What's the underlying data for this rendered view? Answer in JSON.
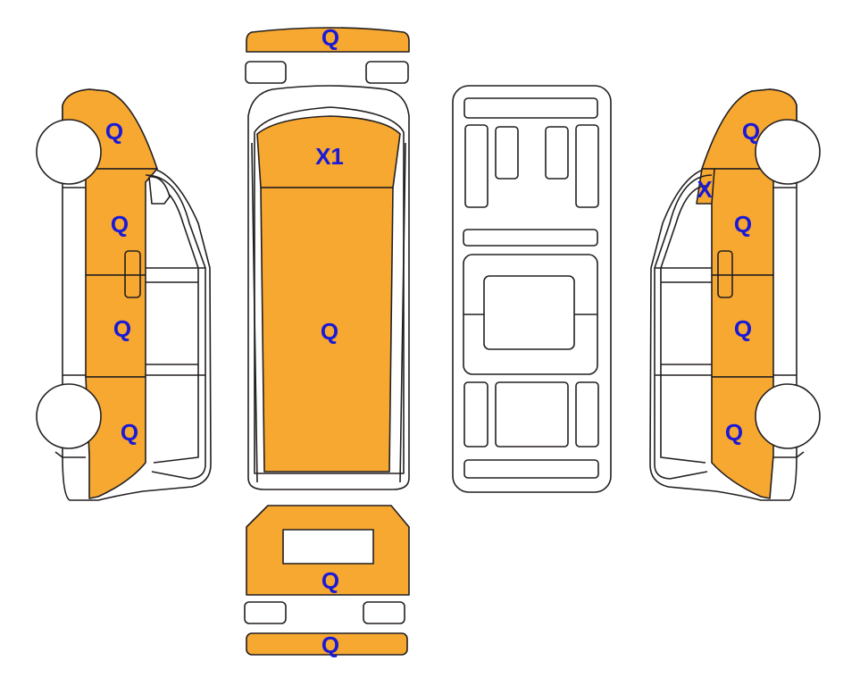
{
  "colors": {
    "damaged": "#f7a831",
    "outline": "#231f20",
    "label": "#1a1ad6",
    "panel_plain": "#ffffff"
  },
  "labels": {
    "front_bumper": "Q",
    "hood": "X1",
    "roof": "Q",
    "rear_door": "Q",
    "rear_bumper": "Q",
    "left_front_fender": "Q",
    "left_front_door": "Q",
    "left_middle_panel": "Q",
    "left_rear_quarter": "Q",
    "right_front_fender": "Q",
    "right_a_pillar": "X",
    "right_front_door": "Q",
    "right_middle_panel": "Q",
    "right_rear_quarter": "Q"
  }
}
